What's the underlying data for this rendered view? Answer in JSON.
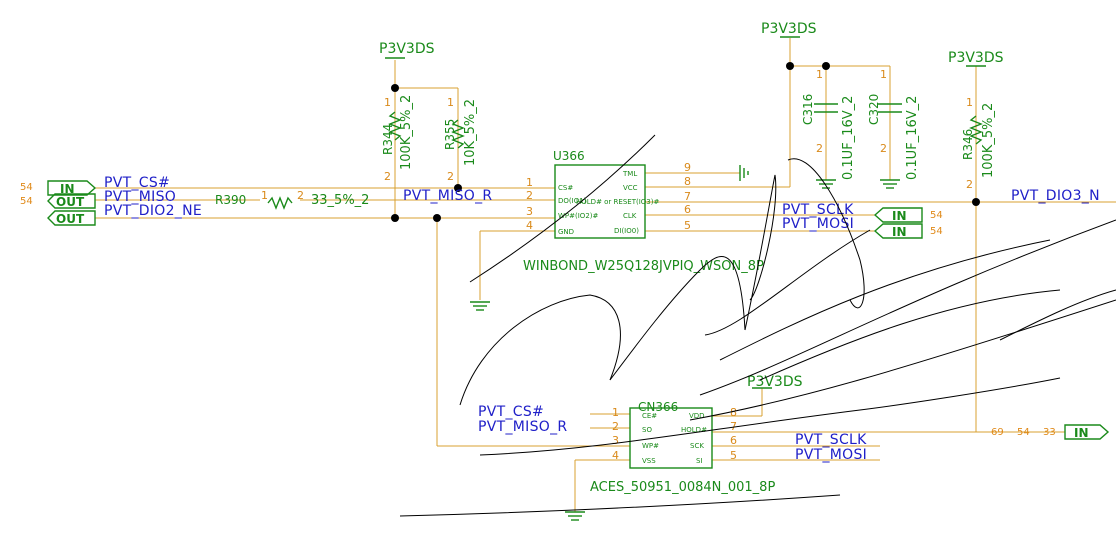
{
  "power": {
    "p1": "P3V3DS",
    "p2": "P3V3DS",
    "p3": "P3V3DS",
    "p4": "P3V3DS"
  },
  "nets": {
    "cs": "PVT_CS#",
    "miso": "PVT_MISO",
    "dio2": "PVT_DIO2_NE",
    "miso_r": "PVT_MISO_R",
    "sclk": "PVT_SCLK",
    "mosi": "PVT_MOSI",
    "dio3": "PVT_DIO3_N",
    "cs2": "PVT_CS#",
    "miso_r2": "PVT_MISO_R",
    "sclk2": "PVT_SCLK",
    "mosi2": "PVT_MOSI"
  },
  "ports": {
    "in1": "IN",
    "out1": "OUT",
    "out2": "OUT",
    "in_sclk": "IN",
    "in_mosi": "IN",
    "in_right": "IN"
  },
  "pages": {
    "cs": "54",
    "miso": "54",
    "sclk": "54",
    "mosi": "54",
    "right_a": "69",
    "right_b": "54",
    "right_c": "33"
  },
  "components": {
    "r344_ref": "R344",
    "r344_val": "100K_5%_2",
    "r355_ref": "R355",
    "r355_val": "10K_5%_2",
    "r346_ref": "R346",
    "r346_val": "100K_5%_2",
    "r390_ref": "R390",
    "r390_val": "33_5%_2",
    "c316_ref": "C316",
    "c316_val": "0.1UF_16V_2",
    "c320_ref": "C320",
    "c320_val": "0.1UF_16V_2",
    "u366_ref": "U366",
    "u366_val": "WINBOND_W25Q128JVPIQ_WSON_8P",
    "cn366_ref": "CN366",
    "cn366_val": "ACES_50951_0084N_001_8P"
  },
  "u366_pins": {
    "left": [
      "CS#",
      "DO(IO1)",
      "WP#(IO2)#",
      "GND"
    ],
    "right": [
      "TML",
      "VCC",
      "HOLD# or RESET(IO3)#",
      "CLK",
      "DI(IO0)"
    ],
    "left_nums": [
      "1",
      "2",
      "3",
      "4"
    ],
    "right_nums": [
      "9",
      "8",
      "7",
      "6",
      "5"
    ]
  },
  "cn366_pins": {
    "left": [
      "CE#",
      "SO",
      "WP#",
      "VSS"
    ],
    "right": [
      "VDD",
      "HOLD#",
      "SCK",
      "SI"
    ],
    "left_nums": [
      "1",
      "2",
      "3",
      "4"
    ],
    "right_nums": [
      "8",
      "7",
      "6",
      "5"
    ]
  },
  "pin_numbers": {
    "one": "1",
    "two": "2"
  }
}
